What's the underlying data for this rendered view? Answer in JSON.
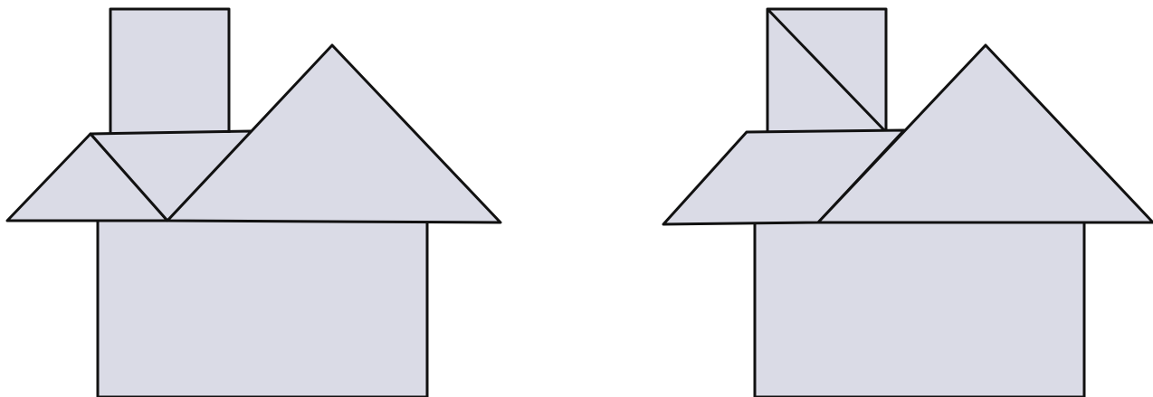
{
  "colors": {
    "fill": "#dadbe6",
    "stroke": "#111111",
    "background": "#ffffff"
  },
  "figures": [
    {
      "name": "house-left",
      "pieces": [
        "chimney",
        "left-roof-triangle",
        "middle-roof-triangle",
        "big-roof-triangle",
        "body"
      ]
    },
    {
      "name": "house-right",
      "pieces": [
        "chimney",
        "chimney-diagonal",
        "roof-left-section",
        "big-roof-triangle",
        "body"
      ]
    }
  ]
}
